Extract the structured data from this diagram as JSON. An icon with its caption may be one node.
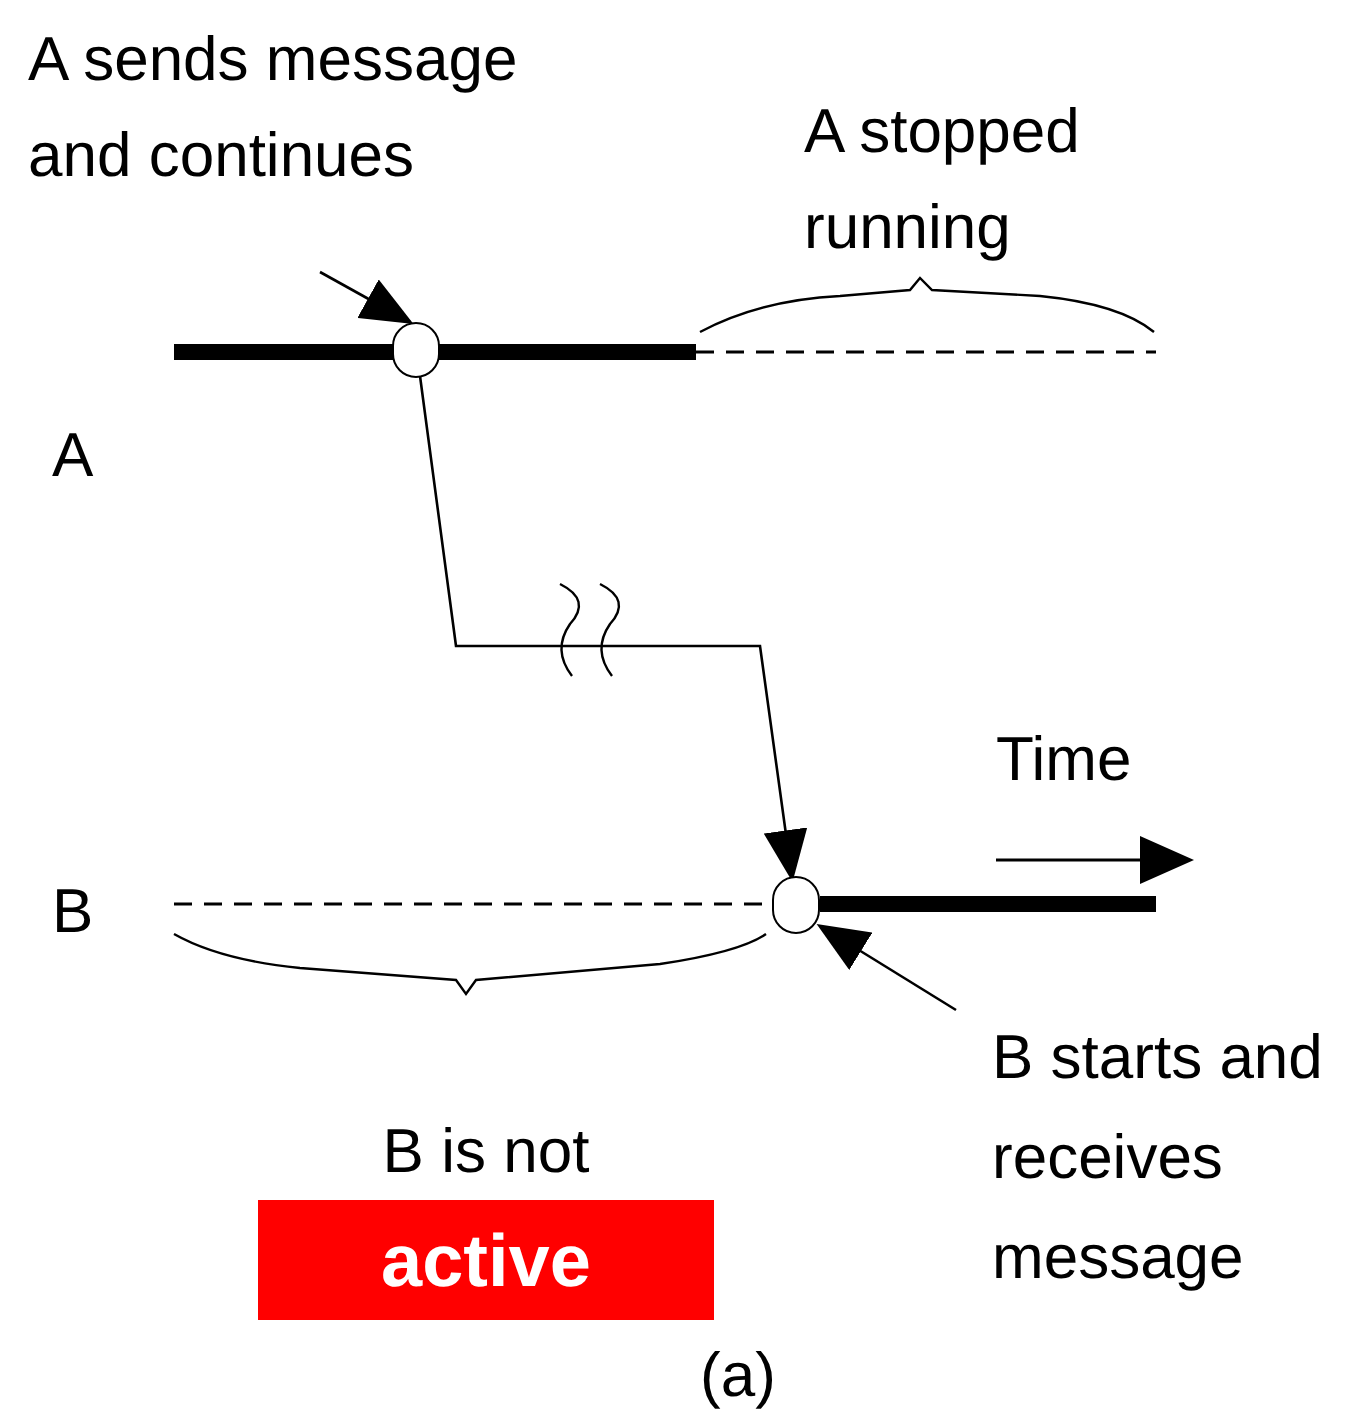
{
  "diagram": {
    "nodes": [
      {
        "text": [
          "A sends message and continues"
        ]
      },
      {
        "text": [
          "A stopped running"
        ]
      },
      {
        "text": [],
        "shape": "circle"
      },
      {
        "text": [],
        "shape": "circle"
      },
      {
        "text": [
          "B starts and receives message"
        ]
      },
      {
        "text": [
          "active"
        ],
        "beside": [
          "B is not"
        ]
      }
    ],
    "edges": [
      {
        "from": 0,
        "to": 2,
        "arrow": "to"
      },
      {
        "from": 2,
        "to": 3,
        "arrow": "to"
      },
      {
        "from": 4,
        "to": 3,
        "arrow": "to"
      }
    ],
    "labels": [
      "A",
      "Time",
      "B",
      "(a)"
    ]
  }
}
